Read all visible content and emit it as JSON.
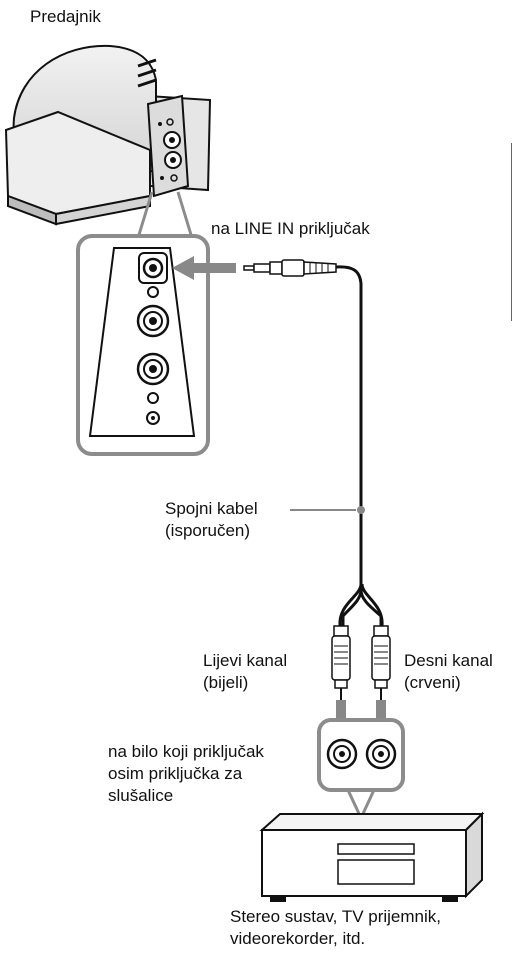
{
  "labels": {
    "transmitter": "Predajnik",
    "line_in": "na LINE IN priključak",
    "cable_line1": "Spojni kabel",
    "cable_line2": "(isporučen)",
    "left_line1": "Lijevi kanal",
    "left_line2": "(bijeli)",
    "right_line1": "Desni kanal",
    "right_line2": "(crveni)",
    "jack_line1": "na bilo koji priključak",
    "jack_line2": "osim priključka za",
    "jack_line3": "slušalice",
    "device_line1": "Stereo sustav, TV prijemnik,",
    "device_line2": "videorekorder, itd."
  },
  "colors": {
    "frame": "#8c8c8c",
    "arrow": "#888888",
    "stroke": "#111111",
    "device_fill": "#ffffff"
  }
}
